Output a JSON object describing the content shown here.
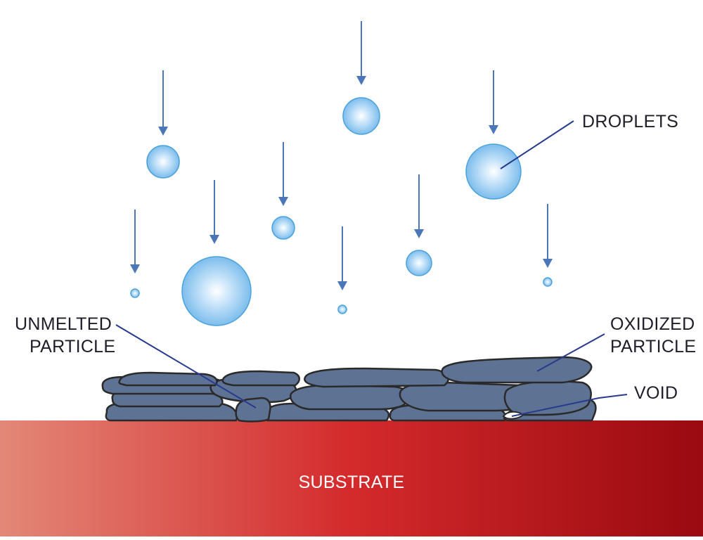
{
  "labels": {
    "droplets": "DROPLETS",
    "unmelted_line1": "UNMELTED",
    "unmelted_line2": "PARTICLE",
    "oxidized_line1": "OXIDIZED",
    "oxidized_line2": "PARTICLE",
    "void": "VOID",
    "substrate": "SUBSTRATE"
  },
  "colors": {
    "droplet_fill": "#8ec8f0",
    "droplet_stroke": "#4aa2dc",
    "arrow": "#4b76b8",
    "coating": "#5e7393",
    "coating_outline": "#2a2a2a",
    "leader_line": "#283a8e",
    "substrate_light": "#e38878",
    "substrate_mid": "#d42a2c",
    "substrate_dark": "#9a0a10"
  }
}
